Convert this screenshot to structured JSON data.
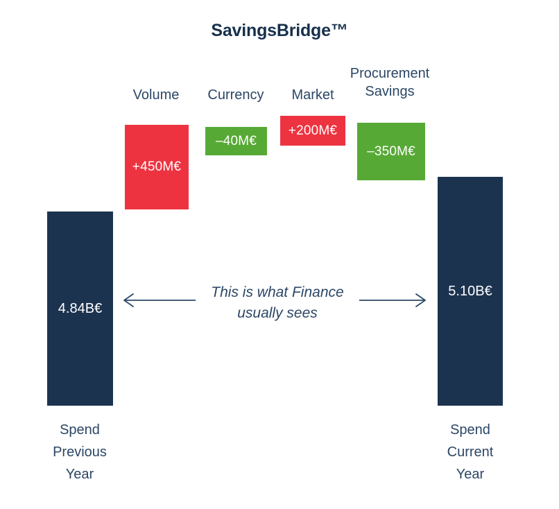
{
  "chart_data": {
    "type": "bar",
    "subtype": "waterfall",
    "title": "SavingsBridge™",
    "xlabel": "",
    "ylabel": "",
    "categories": [
      "Spend Previous Year",
      "Volume",
      "Currency",
      "Market",
      "Procurement Savings",
      "Spend Current Year"
    ],
    "values": [
      4840,
      450,
      -40,
      200,
      -350,
      5100
    ],
    "value_labels": [
      "4.84B€",
      "+450M€",
      "–40M€",
      "+200M€",
      "–350M€",
      "5.10B€"
    ],
    "units": "M€",
    "grid": false,
    "legend": null,
    "annotations": [
      "This is what Finance usually sees"
    ]
  },
  "title": "SavingsBridge™",
  "colors": {
    "navy": "#1c3350",
    "increase_red": "#ee3340",
    "decrease_green": "#57a935",
    "text_navy": "#2b4665",
    "background": "#ffffff"
  },
  "categories": [
    {
      "key": "volume",
      "label": "Volume",
      "lines": [
        "Volume"
      ]
    },
    {
      "key": "currency",
      "label": "Currency",
      "lines": [
        "Currency"
      ]
    },
    {
      "key": "market",
      "label": "Market",
      "lines": [
        "Market"
      ]
    },
    {
      "key": "procurement_savings",
      "label": "Procurement Savings",
      "lines": [
        "Procurement",
        "Savings"
      ]
    }
  ],
  "bars": {
    "start": {
      "value_label": "4.84B€",
      "caption_lines": [
        "Spend",
        "Previous",
        "Year"
      ],
      "caption": "Spend Previous Year",
      "color": "#1c3350"
    },
    "volume": {
      "value_label": "+450M€",
      "direction": "increase",
      "color": "#ee3340"
    },
    "currency": {
      "value_label": "–40M€",
      "direction": "decrease",
      "color": "#57a935"
    },
    "market": {
      "value_label": "+200M€",
      "direction": "increase",
      "color": "#ee3340"
    },
    "procurement_savings": {
      "value_label": "–350M€",
      "direction": "decrease",
      "color": "#57a935"
    },
    "end": {
      "value_label": "5.10B€",
      "caption_lines": [
        "Spend",
        "Current",
        "Year"
      ],
      "caption": "Spend Current Year",
      "color": "#1c3350"
    }
  },
  "annotation": {
    "lines": [
      "This is what Finance",
      "usually sees"
    ],
    "text": "This is what Finance usually sees"
  }
}
